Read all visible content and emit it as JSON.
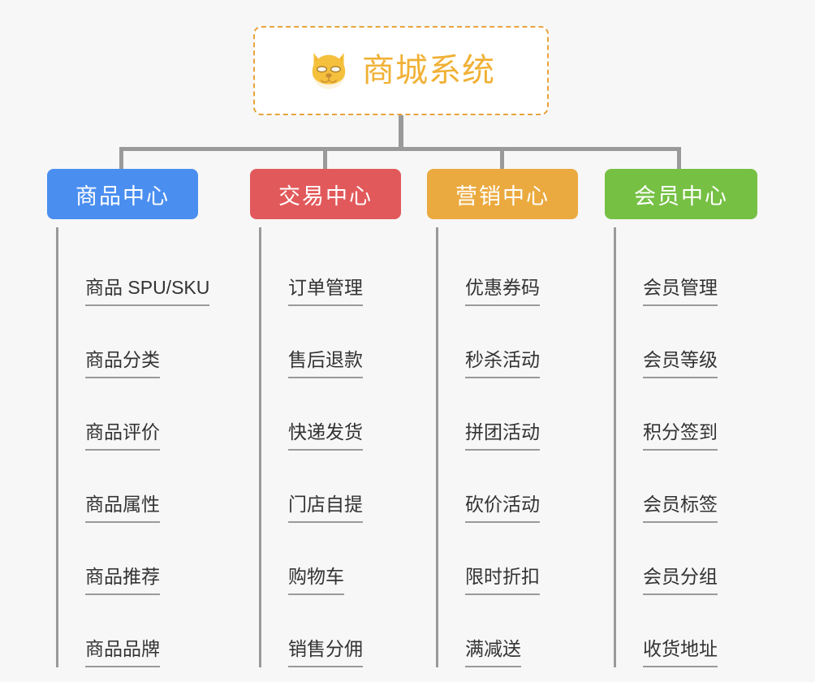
{
  "page": {
    "background_color": "#f7f7f7",
    "type": "organization-chart"
  },
  "root": {
    "title": "商城系统",
    "icon": "dog-face-icon",
    "text_color": "#f0b136",
    "border_color": "#e8a33d",
    "background_color": "#ffffff"
  },
  "connector": {
    "color": "#9a9a9a"
  },
  "columns": [
    {
      "label": "商品中心",
      "color": "#4a8ef0",
      "items": [
        "商品 SPU/SKU",
        "商品分类",
        "商品评价",
        "商品属性",
        "商品推荐",
        "商品品牌"
      ]
    },
    {
      "label": "交易中心",
      "color": "#e2595b",
      "items": [
        "订单管理",
        "售后退款",
        "快递发货",
        "门店自提",
        "购物车",
        "销售分佣"
      ]
    },
    {
      "label": "营销中心",
      "color": "#ebaa3f",
      "items": [
        "优惠券码",
        "秒杀活动",
        "拼团活动",
        "砍价活动",
        "限时折扣",
        "满减送"
      ]
    },
    {
      "label": "会员中心",
      "color": "#76c044",
      "items": [
        "会员管理",
        "会员等级",
        "积分签到",
        "会员标签",
        "会员分组",
        "收货地址"
      ]
    }
  ]
}
